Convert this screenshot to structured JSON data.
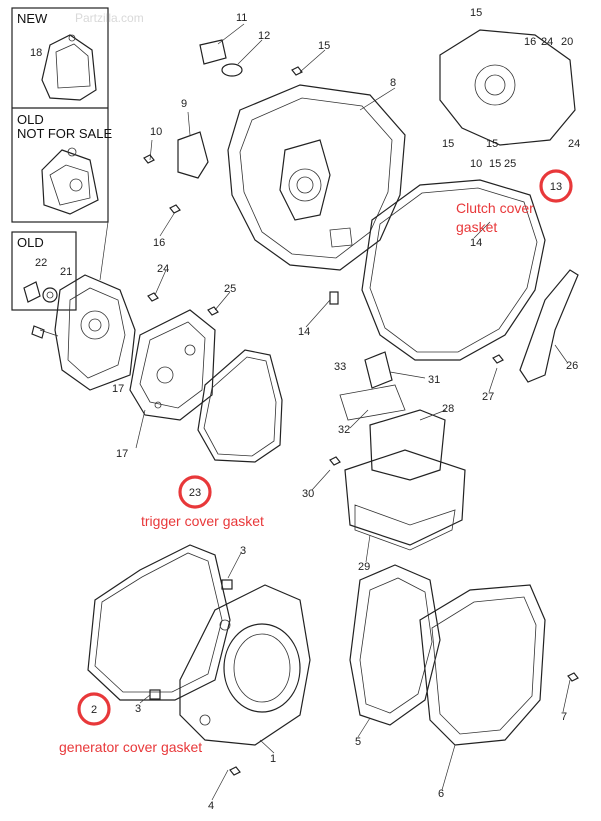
{
  "insets": {
    "new_title": "NEW",
    "old_title": "OLD",
    "old_note": "NOT FOR SALE",
    "old2_title": "OLD"
  },
  "watermarks": [
    "Partzilla.com"
  ],
  "callouts": {
    "clutch": {
      "number": "13",
      "label_line1": "Clutch cover",
      "label_line2": "gasket"
    },
    "trigger": {
      "number": "23",
      "label": "trigger cover gasket"
    },
    "generator": {
      "number": "2",
      "label": "generator cover gasket"
    }
  },
  "part_numbers": [
    "1",
    "2",
    "3",
    "3",
    "4",
    "5",
    "6",
    "7",
    "8",
    "9",
    "10",
    "10",
    "11",
    "12",
    "14",
    "14",
    "15",
    "15",
    "15",
    "15",
    "15",
    "16",
    "16",
    "17",
    "17",
    "18",
    "20",
    "21",
    "22",
    "24",
    "24",
    "24",
    "25",
    "25",
    "26",
    "27",
    "28",
    "29",
    "30",
    "31",
    "32",
    "33"
  ],
  "colors": {
    "highlight": "#e8383a",
    "line": "#222222"
  }
}
